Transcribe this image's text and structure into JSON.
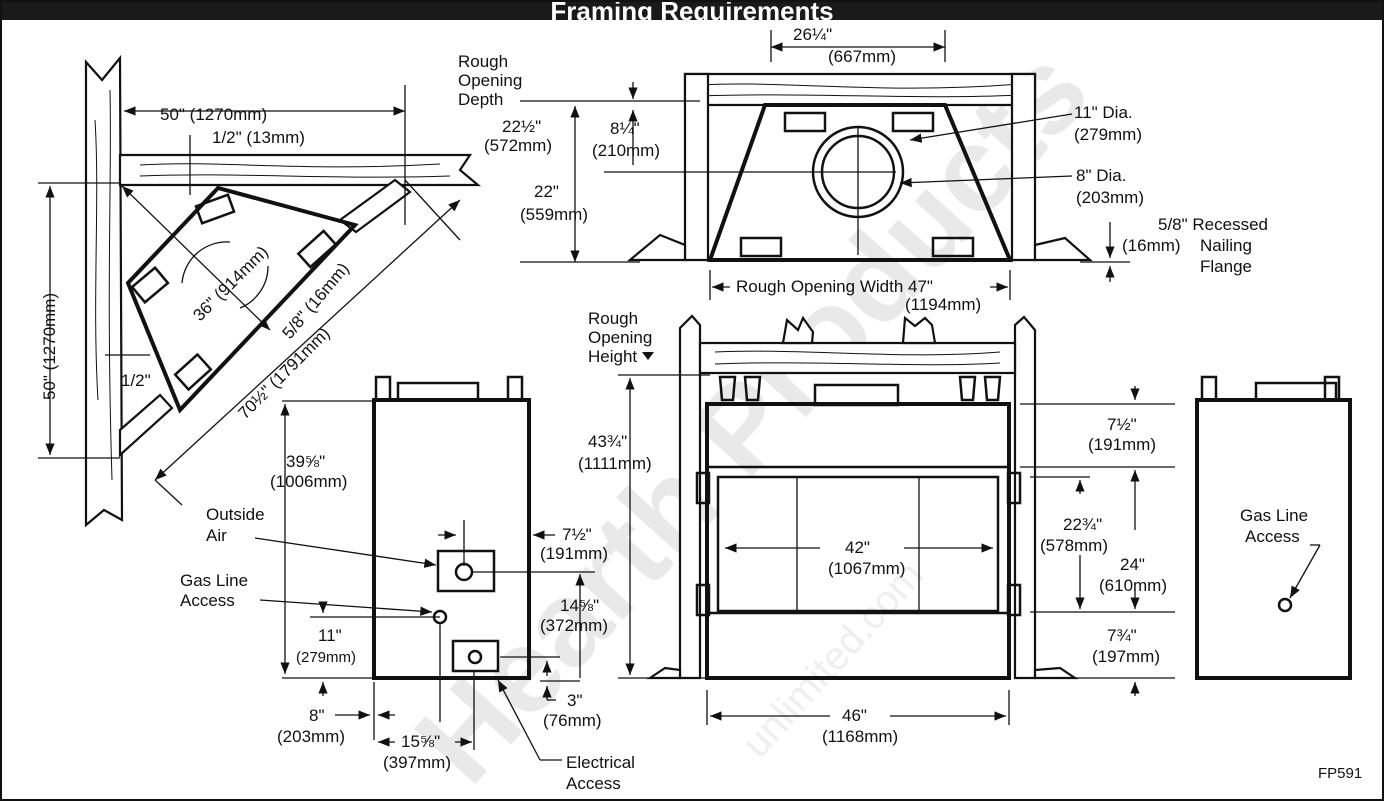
{
  "title": "Framing Requirements",
  "figure_id": "FP591",
  "watermark": {
    "main": "Hearth Products",
    "sub": "unlimited.com"
  },
  "corner_view": {
    "side_a": "50\" (1270mm)",
    "offset_half": "1/2\" (13mm)",
    "side_b": "50\" (1270mm)",
    "radius": "36\" (914mm)",
    "flange": "5/8\" (16mm)",
    "diagonal": "70½\" (1791mm)",
    "half": "1/2\""
  },
  "top_view": {
    "width_top_in": "26¼\"",
    "width_top_mm": "(667mm)",
    "depth_label_1": "Rough",
    "depth_label_2": "Opening",
    "depth_label_3": "Depth",
    "depth_in": "22½\"",
    "depth_mm": "(572mm)",
    "depth2_in": "22\"",
    "depth2_mm": "(559mm)",
    "flue_offset_in": "8¼\"",
    "flue_offset_mm": "(210mm)",
    "outer_dia": "11\" Dia.",
    "outer_dia_mm": "(279mm)",
    "inner_dia": "8\" Dia.",
    "inner_dia_mm": "(203mm)",
    "recess_in": "5/8\" Recessed",
    "recess_mm": "(16mm)",
    "recess_l2": "Nailing",
    "recess_l3": "Flange",
    "width_label": "Rough Opening Width 47\"",
    "width_mm": "(1194mm)"
  },
  "side_view": {
    "height_in": "39⅝\"",
    "height_mm": "(1006mm)",
    "air_l1": "Outside",
    "air_l2": "Air",
    "air_offset_in": "7½\"",
    "air_offset_mm": "(191mm)",
    "gas_l1": "Gas Line",
    "gas_l2": "Access",
    "gas_height_in": "11\"",
    "gas_height_mm": "(279mm)",
    "elec_height_in": "14⅝\"",
    "elec_height_mm": "(372mm)",
    "elec_base_in": "3\"",
    "elec_base_mm": "(76mm)",
    "base_in": "8\"",
    "base_mm": "(203mm)",
    "width_in": "15⅝\"",
    "width_mm": "(397mm)",
    "elec_l1": "Electrical",
    "elec_l2": "Access"
  },
  "front_view": {
    "height_label_1": "Rough",
    "height_label_2": "Opening",
    "height_label_3": "Height",
    "height_in": "43¾\"",
    "height_mm": "(1111mm)",
    "opening_in": "42\"",
    "opening_mm": "(1067mm)",
    "width_in": "46\"",
    "width_mm": "(1168mm)",
    "top_in": "7½\"",
    "top_mm": "(191mm)",
    "glass_in": "22¾\"",
    "glass_mm": "(578mm)",
    "glass2_in": "24\"",
    "glass2_mm": "(610mm)",
    "bottom_in": "7¾\"",
    "bottom_mm": "(197mm)"
  },
  "right_view": {
    "gas_l1": "Gas Line",
    "gas_l2": "Access"
  }
}
